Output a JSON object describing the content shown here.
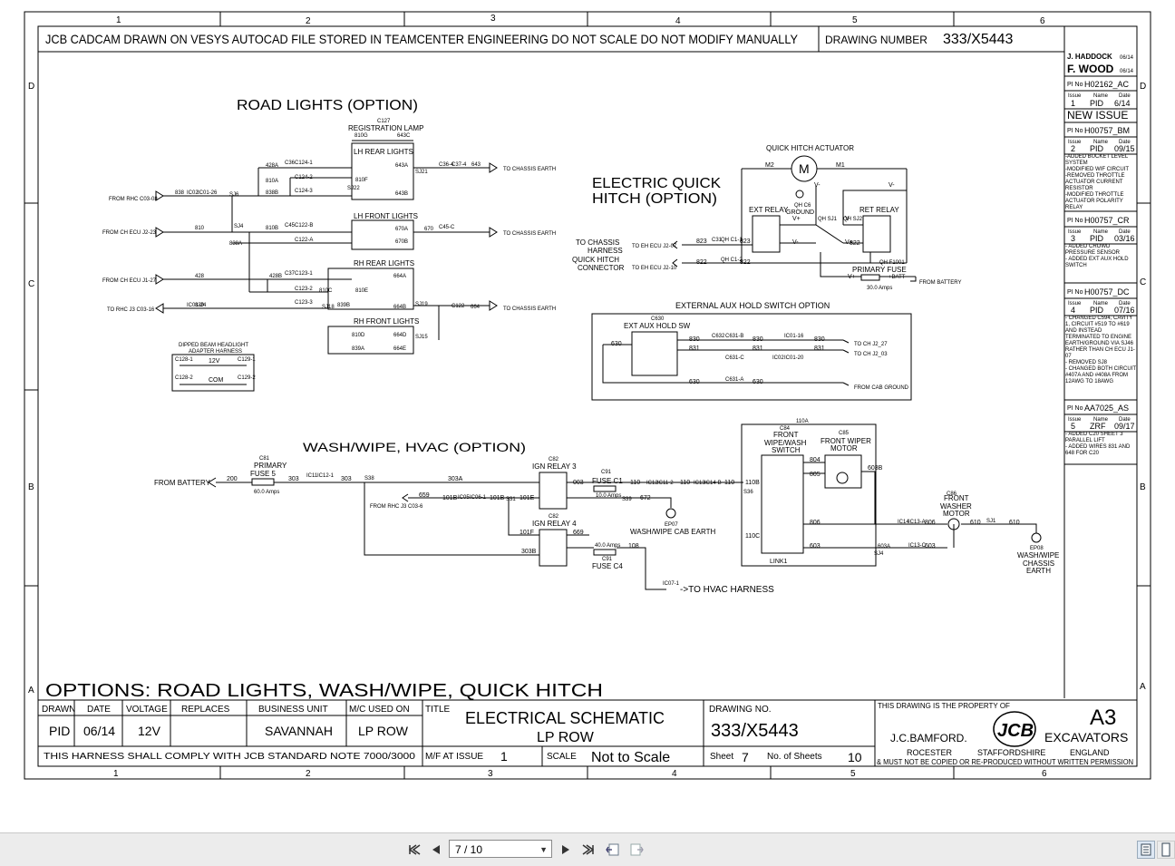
{
  "frame": {
    "col_numbers": [
      "1",
      "2",
      "3",
      "4",
      "5",
      "6"
    ],
    "row_letters": [
      "D",
      "C",
      "B",
      "A"
    ]
  },
  "top_banner": {
    "notice": "JCB CADCAM DRAWN ON VESYS  AUTOCAD FILE STORED IN TEAMCENTER ENGINEERING DO NOT SCALE  DO NOT MODIFY MANUALLY",
    "drawing_number_label": "DRAWING NUMBER",
    "drawing_number": "333/X5443"
  },
  "revision_panel": {
    "drawn_by": "J. HADDOCK",
    "drawn_date": "06/14",
    "checked_by": "F. WOOD",
    "checked_date": "06/14",
    "entries": [
      {
        "pi_label": "PI No",
        "pi": "H02162_AC",
        "issue": "1",
        "name": "PID",
        "date": "6/14",
        "notes": [
          "NEW  ISSUE"
        ]
      },
      {
        "pi_label": "PI No",
        "pi": "H00757_BM",
        "issue": "2",
        "name": "PID",
        "date": "09/15",
        "notes": [
          "-ADDED BUCKET LEVEL SYSTEM",
          "-MODIFIED WIF CIRCUIT",
          "-REMOVED THROTTLE ACTUATOR CURRENT RESISTOR",
          "-MODIFIED THROTTLE ACTUATOR POLARITY RELAY"
        ]
      },
      {
        "pi_label": "PI No",
        "pi": "H00757_CR",
        "issue": "3",
        "name": "PID",
        "date": "03/16",
        "notes": [
          "- ADDED CROWD PRESSURE SENSOR",
          "- ADDED EXT AUX HOLD SWITCH"
        ]
      },
      {
        "pi_label": "PI No",
        "pi": "H00757_DC",
        "issue": "4",
        "name": "PID",
        "date": "07/16",
        "notes": [
          "- CHANGED C594, CAVITY 1, CIRCUIT #519 TO #619 AND INSTEAD TERMINATED TO ENGINE EARTH/GROUND VIA SJ46 RATHER THAN CH ECU J1-07",
          "- REMOVED SJ8",
          "- CHANGED BOTH CIRCUIT #407A AND #408A FROM 12AWG TO 18AWG"
        ]
      },
      {
        "pi_label": "PI No",
        "pi": "AA7025_AS",
        "issue": "5",
        "name": "ZRF",
        "date": "09/17",
        "notes": [
          "- ADDED C20 SHEET 3 PARALLEL LIFT",
          "- ADDED WIRES 831 AND 648 FOR C20"
        ]
      }
    ],
    "col_issue": "Issue",
    "col_name": "Name",
    "col_date": "Date"
  },
  "sections": {
    "road_lights": "ROAD LIGHTS (OPTION)",
    "quick_hitch": [
      "ELECTRIC QUICK",
      "HITCH (OPTION)"
    ],
    "washwipe": "WASH/WIPE, HVAC (OPTION)",
    "ext_aux": "EXTERNAL AUX HOLD SWITCH OPTION"
  },
  "road_lights": {
    "reg_lamp": [
      "C127",
      "REGISTRATION LAMP"
    ],
    "lh_rear": "LH REAR LIGHTS",
    "lh_front": "LH FRONT LIGHTS",
    "rh_rear": "RH REAR LIGHTS",
    "rh_front": "RH FRONT LIGHTS",
    "from_rhc_c03_08": "FROM RHC C03-08",
    "from_ch_ecu_j2_23": "FROM CH ECU J2-23",
    "from_ch_ecu_j1_27": "FROM CH ECU J1-27",
    "to_rhc_j3_c03_16": "TO RHC J3 C03-16",
    "to_chassis_earth": "TO CHASSIS EARTH",
    "adapter_title": [
      "DIPPED BEAM HEADLIGHT",
      "ADAPTER HARNESS"
    ],
    "adapter_rows": [
      [
        "C128-1",
        "12V",
        "C129-1"
      ],
      [
        "C128-2",
        "COM",
        "C129-2"
      ]
    ],
    "wires": [
      "838",
      "428A",
      "810A",
      "838B",
      "810",
      "810B",
      "838A",
      "428",
      "428B",
      "810C",
      "839",
      "839B",
      "839A",
      "810E",
      "810D",
      "643",
      "643A",
      "643B",
      "643C",
      "670",
      "670A",
      "670B",
      "664",
      "664A",
      "664B",
      "664C",
      "664D",
      "664E",
      "810F",
      "810G",
      "428A",
      "C36",
      "C124-1",
      "C124-2",
      "C124-3",
      "C45",
      "C122-B",
      "C122-A",
      "C37",
      "C123-1",
      "C123-2",
      "C123-3",
      "SJ6",
      "SJ22",
      "SJ21",
      "SJ19",
      "SJ15",
      "SJ18",
      "SJ4",
      "SJ3",
      "IC02",
      "IC01-26",
      "IC01-24",
      "C124",
      "C36-4",
      "C37-4",
      "C122",
      "C45-C"
    ]
  },
  "quick_hitch": {
    "actuator_label": "QUICK HITCH ACTUATOR",
    "motor": "M",
    "m1": "M1",
    "m2": "M2",
    "ground_label": [
      "QH C6",
      "GROUND"
    ],
    "ext_relay": "EXT RELAY",
    "ret_relay": "RET RELAY",
    "to_chassis": [
      "TO CHASSIS",
      "HARNESS",
      "QUICK HITCH",
      "CONNECTOR"
    ],
    "to_eh_ecu_j2_07": "TO EH ECU J2-07",
    "to_eh_ecu_j2_10": "TO EH ECU J2-10",
    "primary_fuse": "PRIMARY FUSE",
    "primary_fuse_rating": "30.0 Amps",
    "from_battery": "FROM BATTERY",
    "wires": [
      "823",
      "822",
      "V+",
      "V-",
      "+BATT",
      "QH SJ2",
      "QH SJ1",
      "QH F1001",
      "C31",
      "QH C1-1",
      "QH C1-2"
    ]
  },
  "ext_aux": {
    "switch_label": [
      "C630",
      "EXT AUX HOLD SW"
    ],
    "wires": [
      "630",
      "830",
      "831",
      "630"
    ],
    "to_ch_j2_27": "TO CH J2_27",
    "to_ch_j2_03": "TO CH J2_03",
    "from_cab_ground": "FROM CAB GROUND",
    "connectors": [
      "C632",
      "C631-B",
      "C631-C",
      "C631-A",
      "IC01-16",
      "IC01-20",
      "IC02"
    ]
  },
  "washwipe": {
    "from_battery": "FROM BATTERY",
    "fuse5": [
      "C81",
      "PRIMARY",
      "FUSE 5"
    ],
    "fuse5_rating": "60.0 Amps",
    "ign_relay_3": [
      "C82",
      "IGN RELAY 3"
    ],
    "ign_relay_4": [
      "C82",
      "IGN RELAY 4"
    ],
    "fuse_c1": [
      "C91",
      "FUSE C1"
    ],
    "fuse_c1_rating": "10.0 Amps",
    "fuse_c4": "FUSE C4",
    "fuse_c4_rating": "40.0 Amps",
    "fuse_c4_conn": "C91",
    "cab_earth": "WASH/WIPE CAB EARTH",
    "cab_earth_id": "EP07",
    "to_hvac": "->TO HVAC HARNESS",
    "hvac_conn": "IC07-1",
    "from_rhc_j3": "FROM RHC J3 C03-6",
    "switch_label": [
      "C84",
      "FRONT",
      "WIPE/WASH",
      "SWITCH"
    ],
    "wiper_motor": [
      "C85",
      "FRONT WIPER",
      "MOTOR"
    ],
    "washer_motor": [
      "C86",
      "FRONT",
      "WASHER",
      "MOTOR"
    ],
    "link": "LINK1",
    "chassis_earth": [
      "WASH/WIPE",
      "CHASSIS",
      "EARTH"
    ],
    "chassis_earth_id": "EP08",
    "wires": [
      "200",
      "303",
      "303A",
      "303B",
      "659",
      "101B",
      "101E",
      "101F",
      "003",
      "669",
      "672",
      "110",
      "110A",
      "110B",
      "110C",
      "108",
      "804",
      "805",
      "806",
      "603",
      "603A",
      "603B",
      "610",
      "S38",
      "S31",
      "S39",
      "S36",
      "SJ4",
      "SJ1",
      "IC11",
      "IC12-1",
      "IC12",
      "IC11-2",
      "IC13",
      "IC14-B",
      "IC14",
      "IC13-A",
      "IC13-C",
      "IC05",
      "IC06-1"
    ]
  },
  "title_block": {
    "options_title": "OPTIONS: ROAD LIGHTS, WASH/WIPE, QUICK HITCH",
    "headers": {
      "drawn": "DRAWN",
      "date": "DATE",
      "voltage": "VOLTAGE",
      "replaces": "REPLACES",
      "business_unit": "BUSINESS UNIT",
      "mc_used": "M/C USED ON",
      "title": "TITLE",
      "drawing_no": "DRAWING NO."
    },
    "drawn": "PID",
    "date": "06/14",
    "voltage": "12V",
    "replaces": "",
    "business_unit": "SAVANNAH",
    "mc_used_on": "LP ROW",
    "title_line1": "ELECTRICAL SCHEMATIC",
    "title_line2": "LP ROW",
    "drawing_no": "333/X5443",
    "compliance": "THIS HARNESS SHALL COMPLY WITH JCB STANDARD NOTE 7000/3000",
    "mf_at_issue_label": "M/F AT ISSUE",
    "mf_at_issue": "1",
    "scale_label": "SCALE",
    "scale": "Not to Scale",
    "sheet_label": "Sheet",
    "sheet": "7",
    "no_sheets_label": "No. of Sheets",
    "no_sheets": "10",
    "property_notice": "THIS DRAWING IS THE PROPERTY OF",
    "company": "J.C.BAMFORD.",
    "logo": "JCB",
    "paper_size": "A3",
    "product": "EXCAVATORS",
    "addr_1": "ROCESTER",
    "addr_2": "STAFFORDSHIRE",
    "addr_3": "ENGLAND",
    "copy_notice": "& MUST NOT BE COPIED OR RE-PRODUCED WITHOUT WRITTEN PERMISSION"
  },
  "viewer": {
    "page_indicator": "7 / 10"
  }
}
